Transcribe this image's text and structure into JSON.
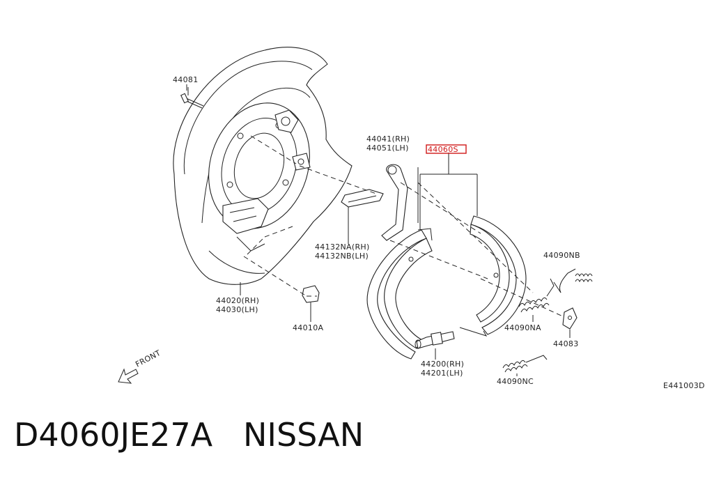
{
  "labels": {
    "bolt": "44081",
    "cable_rh": "44041(RH)",
    "cable_lh": "44051(LH)",
    "shoe_set": "44060S",
    "strut_rh": "44132NA(RH)",
    "strut_lh": "44132NB(LH)",
    "plate_rh": "44020(RH)",
    "plate_lh": "44030(LH)",
    "plate_bolt": "44010A",
    "spring_nb": "44090NB",
    "spring_na": "44090NA",
    "spring_nc": "44090NC",
    "retainer": "44083",
    "adjuster_rh": "44200(RH)",
    "adjuster_lh": "44201(LH)",
    "front": "FRONT",
    "figure_code": "E441003D"
  },
  "caption": {
    "part_number": "D4060JE27A",
    "brand": "NISSAN"
  },
  "colors": {
    "line": "#222222",
    "highlight": "#d01818",
    "background": "#ffffff"
  }
}
